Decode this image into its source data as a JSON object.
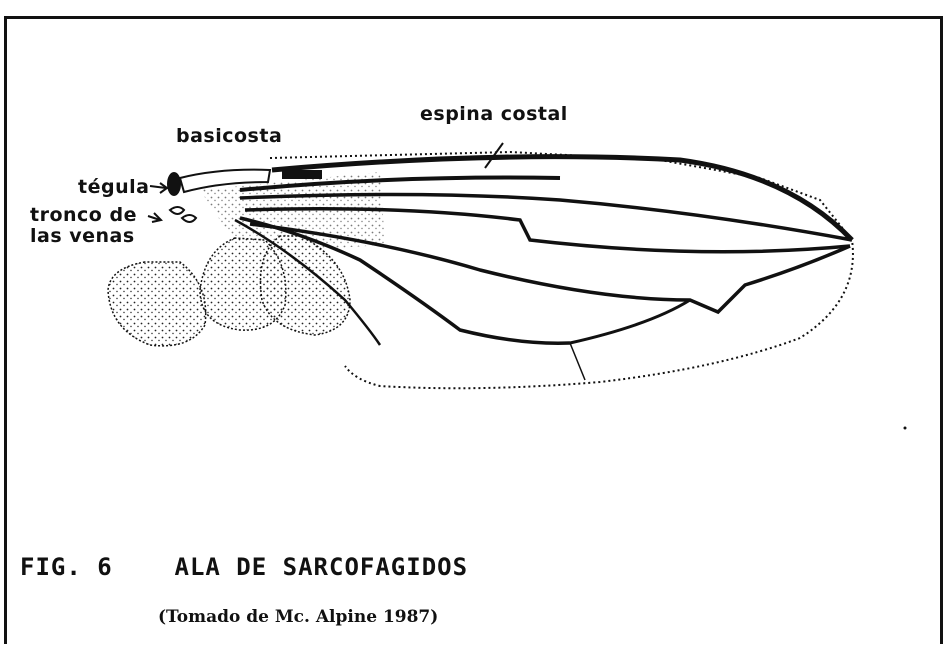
{
  "labels": {
    "espina_costal": "espina costal",
    "basicosta": "basicosta",
    "tegula": "tégula",
    "tronco_de": "tronco de",
    "las_venas": "las venas"
  },
  "caption": {
    "figure": "FIG. 6",
    "title": "ALA DE SARCOFAGIDOS",
    "source": "(Tomado de Mc. Alpine 1987)"
  }
}
